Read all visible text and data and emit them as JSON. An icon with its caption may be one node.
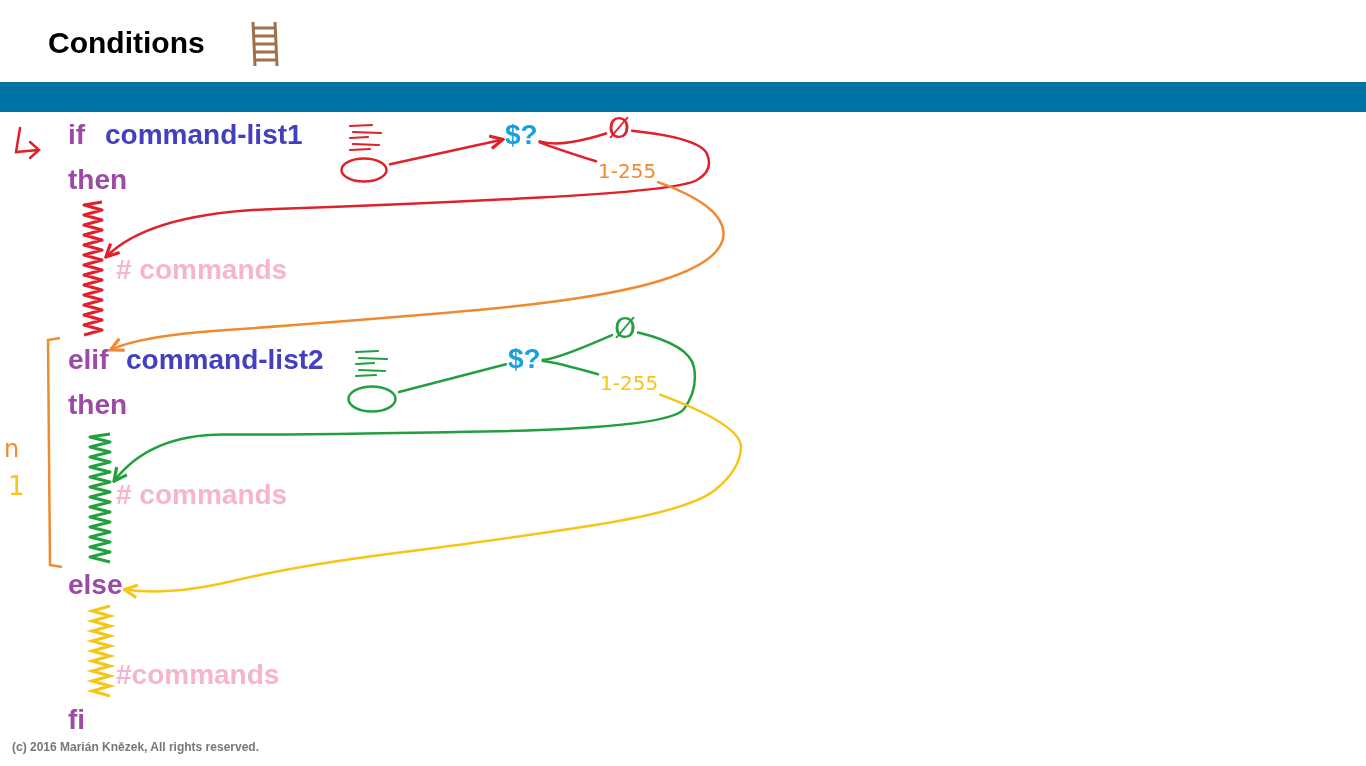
{
  "diagram": {
    "title": "Conditions",
    "nodes": [
      {
        "text": [],
        "shape": "circle"
      },
      {
        "text": [
          "$?"
        ]
      },
      {
        "text": [
          "Ø"
        ]
      },
      {
        "text": [
          "1-255"
        ]
      },
      {
        "text": [],
        "shape": "bar"
      },
      {
        "text": [
          "elif"
        ]
      },
      {
        "text": [],
        "shape": "circle"
      },
      {
        "text": [
          "$?"
        ]
      },
      {
        "text": [
          "Ø"
        ]
      },
      {
        "text": [
          "1-255"
        ]
      },
      {
        "text": [],
        "shape": "bar"
      },
      {
        "text": [
          "else"
        ]
      }
    ],
    "edges": [
      {
        "from": 0,
        "to": 1,
        "arrow": "to",
        "color": "#e0202a"
      },
      {
        "from": 1,
        "to": 2,
        "arrow": "none",
        "color": "#e0202a"
      },
      {
        "from": 1,
        "to": 3,
        "arrow": "none",
        "color": "#e0202a"
      },
      {
        "from": 2,
        "to": 4,
        "arrow": "to",
        "color": "#e0202a"
      },
      {
        "from": 3,
        "to": 5,
        "arrow": "to",
        "color": "#f08a30"
      },
      {
        "from": 6,
        "to": 7,
        "arrow": "none",
        "color": "#22a040"
      },
      {
        "from": 7,
        "to": 8,
        "arrow": "none",
        "color": "#22a040"
      },
      {
        "from": 7,
        "to": 9,
        "arrow": "none",
        "color": "#22a040"
      },
      {
        "from": 8,
        "to": 10,
        "arrow": "to",
        "color": "#22a040"
      },
      {
        "from": 9,
        "to": 11,
        "arrow": "to",
        "color": "#f5c518"
      }
    ],
    "labels": [
      "if",
      "command-list1",
      "then",
      "# commands",
      "command-list2",
      "then",
      "# commands",
      "#commands",
      "fi",
      "n",
      "1",
      "(c) 2016 Marián Knězek, All rights reserved."
    ]
  }
}
